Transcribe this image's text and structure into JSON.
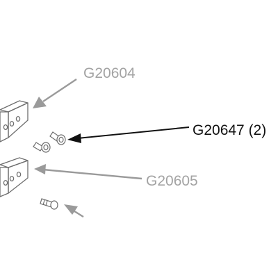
{
  "callouts": {
    "g20604": "G20604",
    "g20647": "G20647 (2)",
    "g20605": "G20605"
  },
  "colors": {
    "background": "#ffffff",
    "part_outline": "#6e6e6e",
    "leader_grey": "#9a9a9a",
    "label_grey": "#a3a3a3",
    "leader_black": "#111111",
    "label_black": "#111111"
  }
}
